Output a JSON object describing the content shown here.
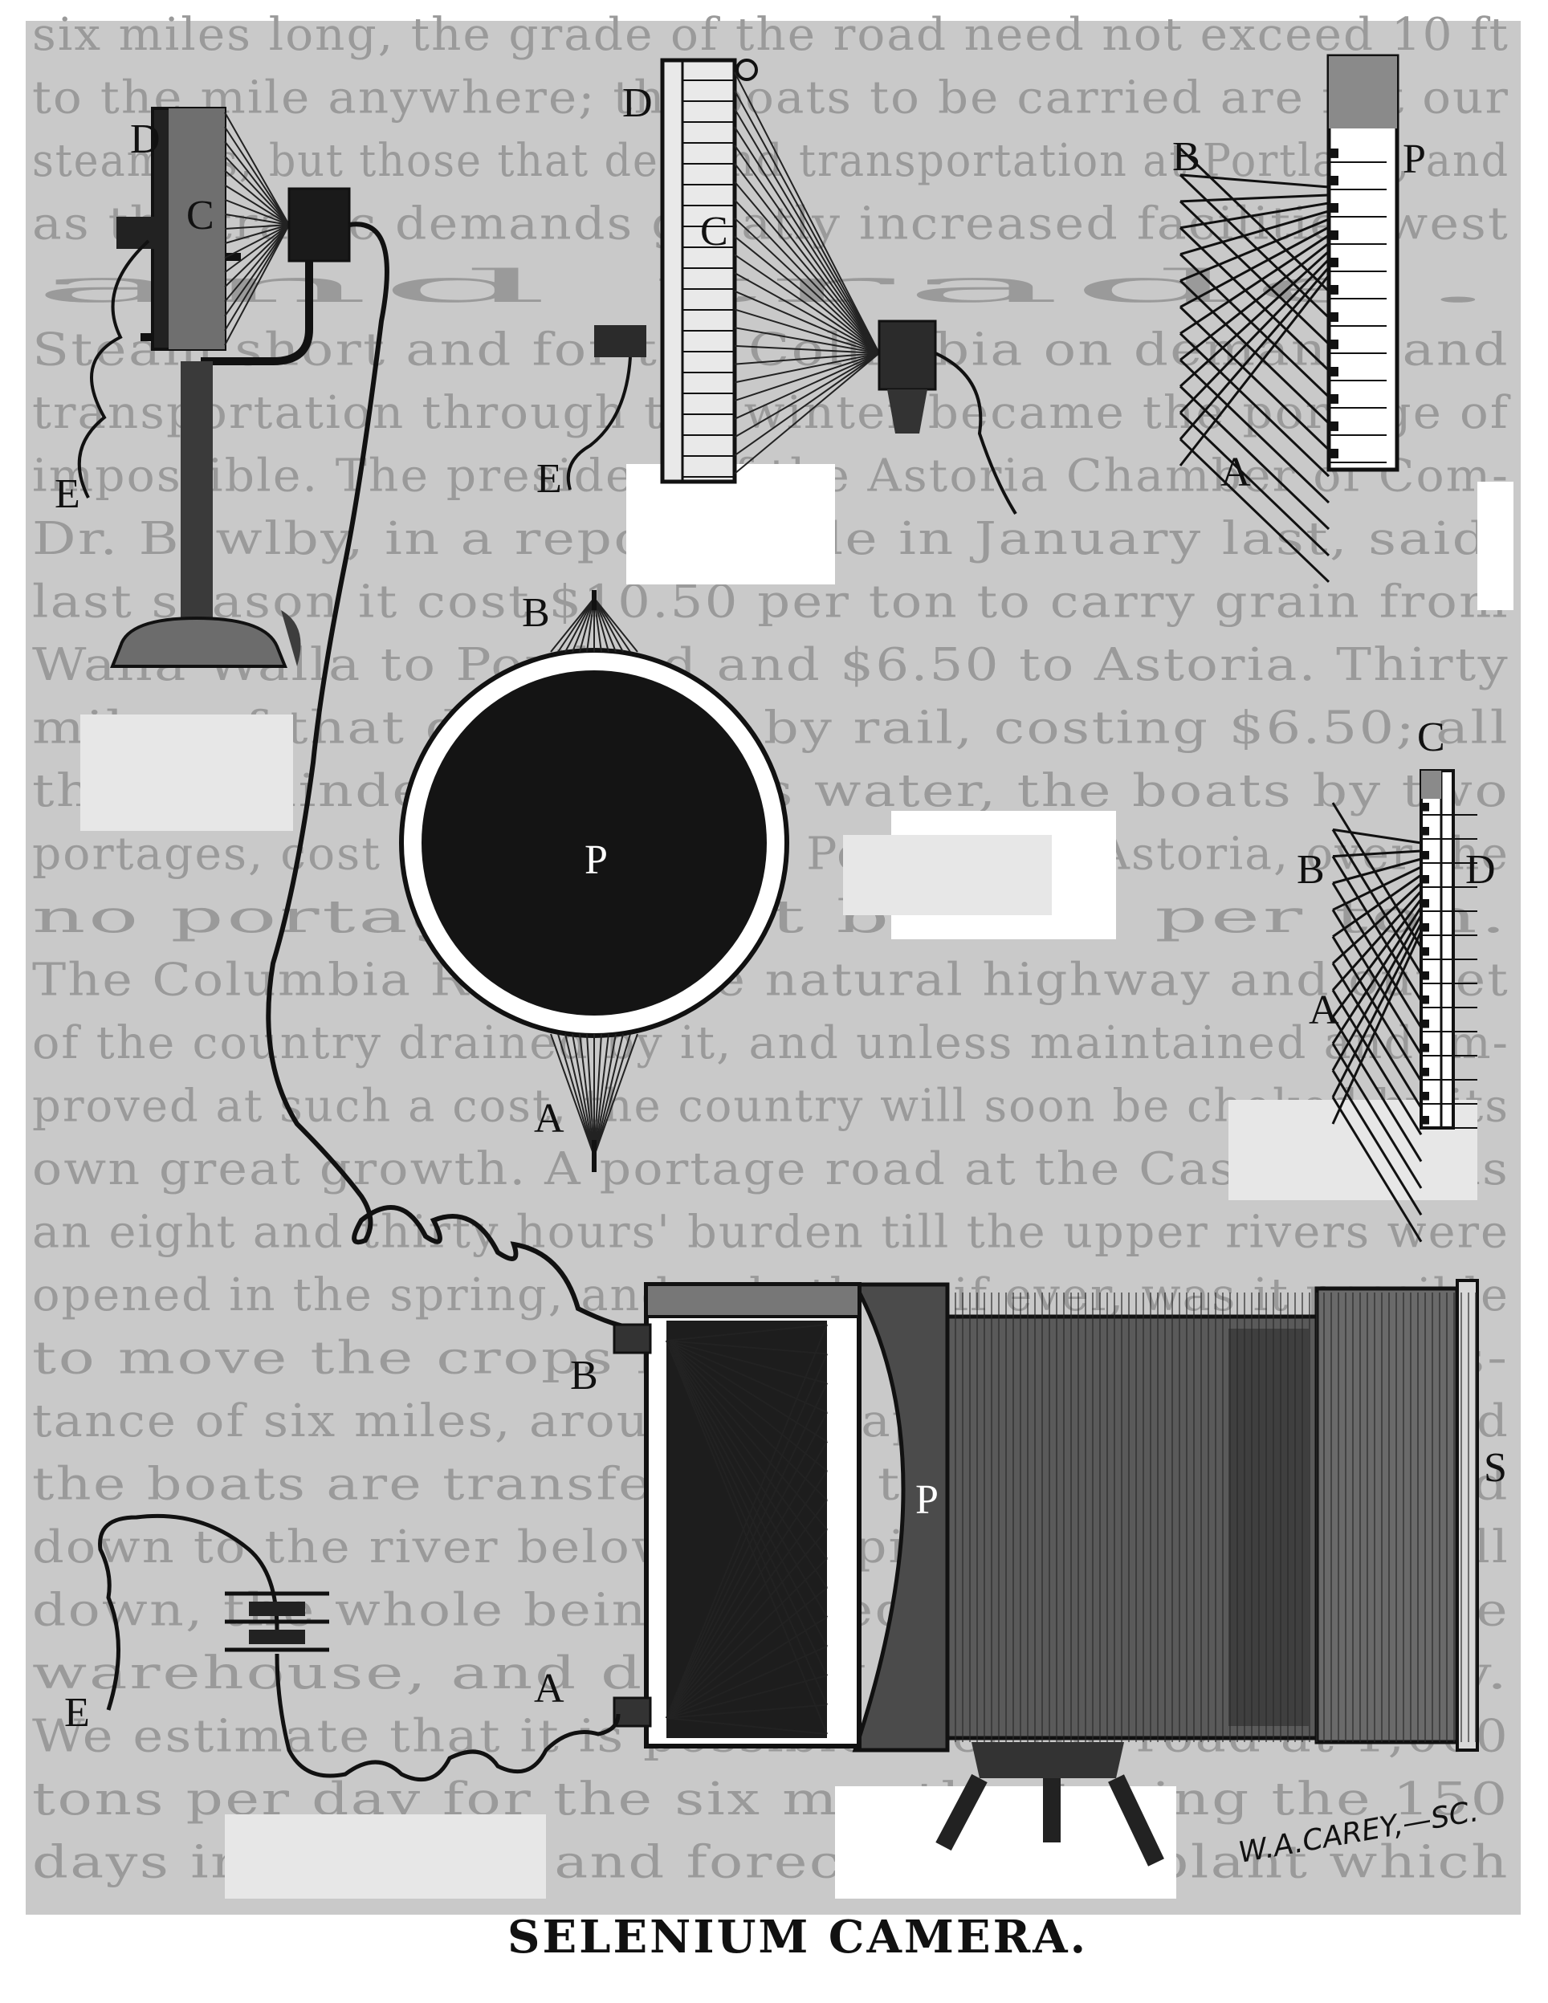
{
  "caption": "SELENIUM CAMERA.",
  "signature": "W.A.CAREY,—SC.",
  "labels": {
    "fig1": {
      "D": "D",
      "C": "C",
      "E": "E"
    },
    "fig2": {
      "D": "D",
      "C": "C",
      "E": "E"
    },
    "fig3": {
      "B": "B",
      "P": "P",
      "A": "A"
    },
    "fig4": {
      "B": "B",
      "P": "P",
      "A": "A"
    },
    "fig5": {
      "C": "C",
      "B": "B",
      "D": "D",
      "A": "A"
    },
    "fig6": {
      "B": "B",
      "A": "A",
      "P": "P",
      "S": "S",
      "E": "E"
    }
  },
  "background_text": [
    "six miles long, the grade of the road need not exceed 10 ft",
    "to the mile anywhere; the boats to be carried are not our",
    "steamers, but those that demand transportation at Portland, and",
    "as the traffic demands greatly increased facilities west",
    "and trade.",
    "Steam short and for the Columbia on demand, and",
    "transportation through the winter became the portage of",
    "impossible. The president of the Astoria Chamber of Com-",
    "Dr. Bowlby, in a report made in January last, said:",
    "last season it cost $10.50 per ton to carry grain from",
    "Walla Walla to Portland and $6.50 to Astoria. Thirty",
    "miles of that distance is by rail, costing $6.50; all",
    "the remainder, over miles water, the boats by two",
    "portages, cost $3.00, and from Portland to Astoria, over the",
    "no portages, cost but $1 per ton.",
    "The Columbia River is the natural highway and outlet",
    "of the country drained by it, and unless maintained and im-",
    "proved at such a cost, the country will soon be choked by its",
    "own great growth. A portage road at the Cascades was",
    "an eight and thirty hours' burden till the upper rivers were",
    "opened in the spring, and only then, if ever, was it possible",
    "to move the crops raised. This portage, a dis-",
    "tance of six miles, around the rapids, is maintained and",
    "the boats are transferred to the cars and dropped",
    "down to the river below the rapids and carried all well",
    "down, the whole being carried from the boat to the",
    "warehouse, and directly to the boat below.",
    "We estimate that it is possible over the road at 1,000",
    "tons per day for the six months, taking the 150",
    "days in the year, and forecast that a plant which"
  ]
}
